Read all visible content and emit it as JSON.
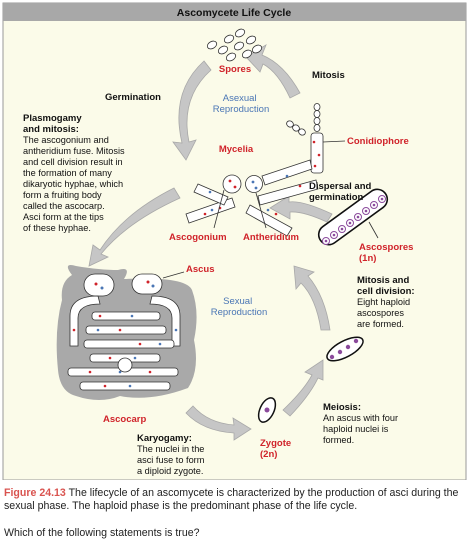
{
  "title": "Ascomycete Life Cycle",
  "labels": {
    "spores": "Spores",
    "mitosis": "Mitosis",
    "germination": "Germination",
    "asexual_reproduction": [
      "Asexual",
      "Reproduction"
    ],
    "conidiophore": "Conidiophore",
    "plasmogamy_title": [
      "Plasmogamy",
      "and mitosis:"
    ],
    "plasmogamy_text": [
      "The ascogonium and",
      "antheridium fuse. Mitosis",
      "and cell division result in",
      "the formation of many",
      "dikaryotic hyphae, which",
      "form a fruiting body",
      "called the ascocarp.",
      "Asci form at the tips",
      "of these hyphae."
    ],
    "mycelia": "Mycelia",
    "dispersal": [
      "Dispersal and",
      "germination"
    ],
    "ascogonium": "Ascogonium",
    "antheridium": "Antheridium",
    "ascospores": [
      "Ascospores",
      "(1n)"
    ],
    "ascus": "Ascus",
    "sexual_reproduction": [
      "Sexual",
      "Reproduction"
    ],
    "mitosis_cell_title": [
      "Mitosis and",
      "cell division:"
    ],
    "mitosis_cell_text": [
      "Eight haploid",
      "ascospores",
      "are formed."
    ],
    "meiosis_title": "Meiosis:",
    "meiosis_text": [
      "An ascus with four",
      "haploid nuclei is",
      "formed."
    ],
    "ascocarp": "Ascocarp",
    "karyogamy_title": "Karyogamy:",
    "karyogamy_text": [
      "The nuclei in the",
      "asci fuse to form",
      "a diploid zygote."
    ],
    "zygote": [
      "Zygote",
      "(2n)"
    ]
  },
  "caption": {
    "figure_label": "Figure 24.13",
    "text": " The lifecycle of an ascomycete is characterized by the production of asci during the sexual phase. The haploid phase is the predominant phase of the life cycle."
  },
  "question": "Which of the following statements is true?",
  "colors": {
    "panel_bg": "#fbfbe9",
    "title_bar": "#a8a8a8",
    "red_label": "#d0232a",
    "blue_label": "#4a76b5",
    "arrow_gray": "#c4c4c4",
    "ascocarp_gray": "#a9a9a9",
    "nucleus_purple": "#8b4a9c"
  }
}
